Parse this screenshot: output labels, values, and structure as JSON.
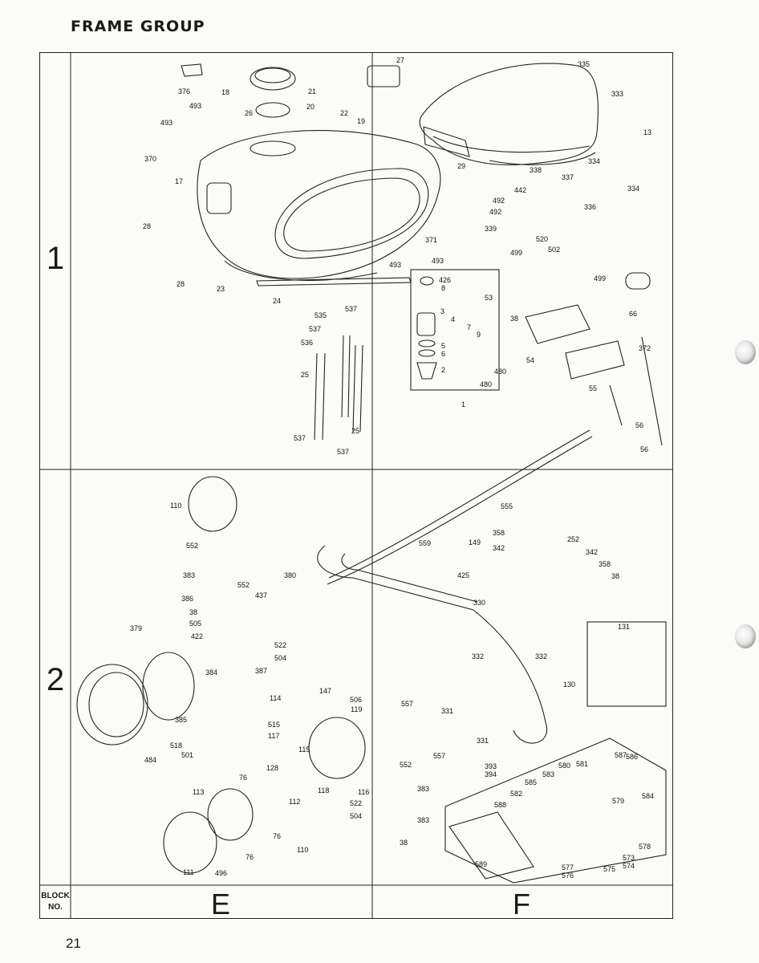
{
  "header": {
    "title": "FRAME GROUP"
  },
  "footer": {
    "page_number": "21"
  },
  "grid": {
    "rows": [
      "1",
      "2"
    ],
    "columns": [
      "E",
      "F"
    ],
    "block_label_line1": "BLOCK",
    "block_label_line2": "NO."
  },
  "part_numbers": [
    "376",
    "18",
    "26",
    "21",
    "20",
    "22",
    "19",
    "27",
    "335",
    "333",
    "493",
    "493",
    "370",
    "17",
    "13",
    "29",
    "334",
    "338",
    "337",
    "442",
    "492",
    "492",
    "334",
    "336",
    "339",
    "520",
    "502",
    "28",
    "28",
    "371",
    "23",
    "24",
    "493",
    "493",
    "499",
    "426",
    "8",
    "499",
    "53",
    "66",
    "38",
    "535",
    "537",
    "537",
    "536",
    "3",
    "4",
    "7",
    "9",
    "5",
    "6",
    "480",
    "2",
    "480",
    "54",
    "372",
    "55",
    "25",
    "25",
    "1",
    "56",
    "537",
    "537",
    "56",
    "110",
    "555",
    "552",
    "559",
    "358",
    "149",
    "342",
    "252",
    "342",
    "358",
    "38",
    "383",
    "552",
    "380",
    "425",
    "386",
    "437",
    "38",
    "505",
    "330",
    "379",
    "422",
    "522",
    "504",
    "131",
    "384",
    "387",
    "332",
    "332",
    "147",
    "506",
    "119",
    "114",
    "130",
    "557",
    "331",
    "385",
    "515",
    "117",
    "331",
    "115",
    "518",
    "501",
    "484",
    "557",
    "552",
    "393",
    "394",
    "587",
    "586",
    "580",
    "581",
    "383",
    "585",
    "583",
    "76",
    "128",
    "118",
    "579",
    "584",
    "113",
    "112",
    "116",
    "522",
    "504",
    "588",
    "582",
    "383",
    "76",
    "110",
    "578",
    "76",
    "38",
    "589",
    "573",
    "574",
    "577",
    "576",
    "575",
    "111",
    "496"
  ]
}
